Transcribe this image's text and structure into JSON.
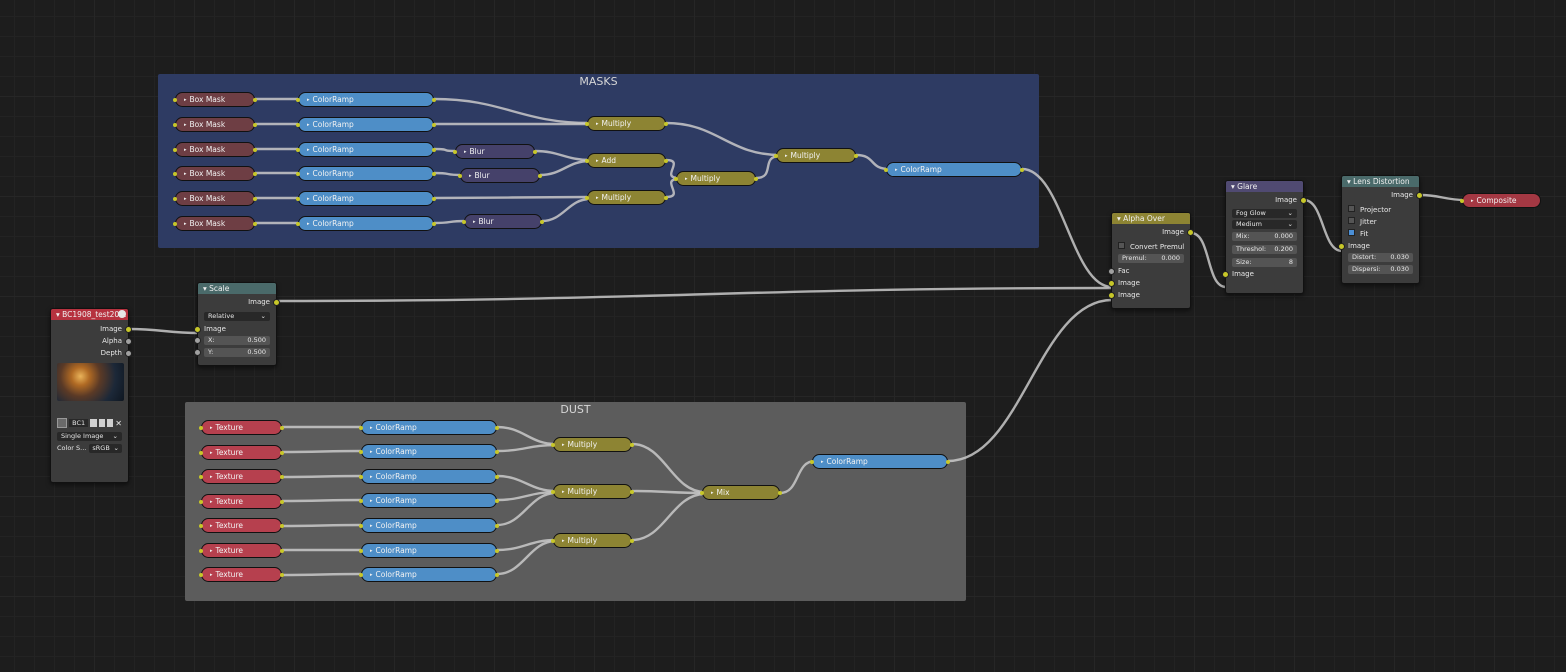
{
  "frames": {
    "masks": "MASKS",
    "dust": "DUST"
  },
  "masks": {
    "box_mask": "Box Mask",
    "color_ramp": "ColorRamp",
    "blur": "Blur",
    "multiply": "Multiply",
    "add": "Add"
  },
  "dust": {
    "texture": "Texture",
    "color_ramp": "ColorRamp",
    "multiply": "Multiply",
    "mix": "Mix"
  },
  "image_node": {
    "title": "BC1908_test20...",
    "outputs": [
      "Image",
      "Alpha",
      "Depth"
    ],
    "image_name": "BC1",
    "source": "Single Image",
    "colorspace_label": "Color S...",
    "colorspace_value": "sRGB"
  },
  "scale_node": {
    "title": "Scale",
    "output": "Image",
    "space": "Relative",
    "input": "Image",
    "x_label": "X:",
    "x_value": "0.500",
    "y_label": "Y:",
    "y_value": "0.500"
  },
  "alpha_over": {
    "title": "Alpha Over",
    "output": "Image",
    "convert_premul": "Convert Premul",
    "premul_label": "Premul:",
    "premul_value": "0.000",
    "inputs": [
      "Fac",
      "Image",
      "Image"
    ]
  },
  "glare": {
    "title": "Glare",
    "output": "Image",
    "type": "Fog Glow",
    "quality": "Medium",
    "mix_label": "Mix:",
    "mix_value": "0.000",
    "threshold_label": "Threshol:",
    "threshold_value": "0.200",
    "size_label": "Size:",
    "size_value": "8",
    "input": "Image"
  },
  "lens": {
    "title": "Lens Distortion",
    "output": "Image",
    "projector": "Projector",
    "jitter": "Jitter",
    "fit": "Fit",
    "input": "Image",
    "distort_label": "Distort:",
    "distort_value": "0.030",
    "dispersion_label": "Dispersi:",
    "dispersion_value": "0.030"
  },
  "composite": "Composite",
  "colors": {
    "masks_frame": "#2e3b63",
    "dust_frame": "#5c5c5c",
    "box_mask": "#6e3e44",
    "color_ramp": "#4e8ec7",
    "blur": "#45416a",
    "math": "#8d8433",
    "texture": "#b6404e",
    "socket": "#c7c729"
  },
  "icons": {
    "node_collapse": "triangle-down-icon",
    "pin": "pin-icon"
  }
}
